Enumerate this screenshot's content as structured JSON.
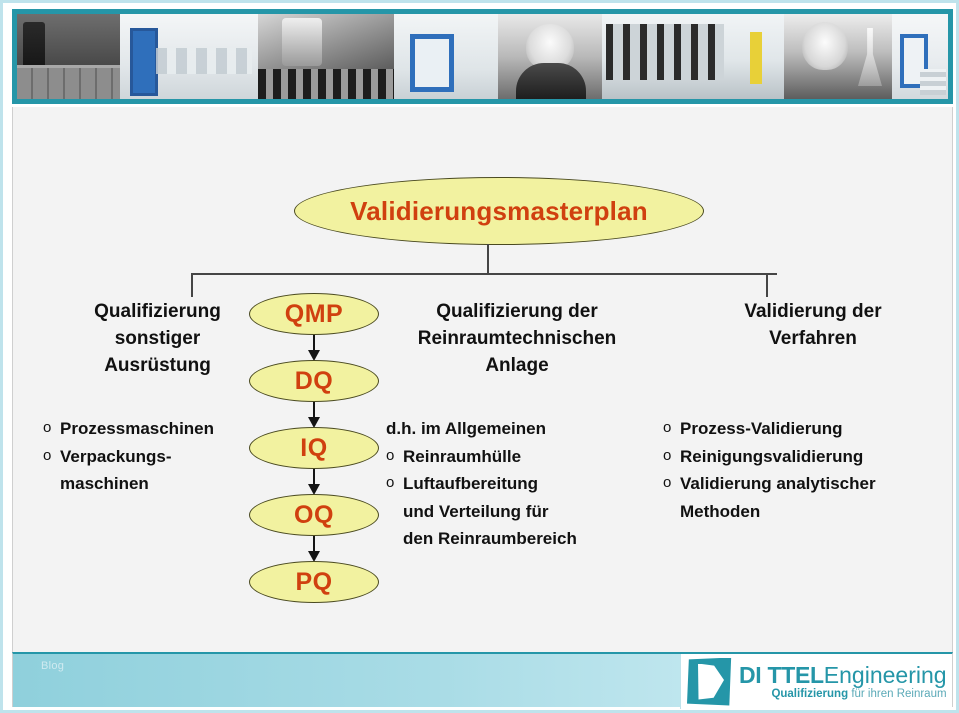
{
  "header": {
    "photos": [
      {
        "name": "gowning-room-lockers"
      },
      {
        "name": "cleanroom-corridor-blue-door"
      },
      {
        "name": "machinery-production-line"
      },
      {
        "name": "cleanroom-blue-window"
      },
      {
        "name": "technician-with-mask-phone"
      },
      {
        "name": "corridor-locker-row"
      },
      {
        "name": "scientist-with-flask"
      },
      {
        "name": "laboratory-shelves"
      }
    ]
  },
  "diagram": {
    "title": "Validierungsmasterplan",
    "columns": [
      {
        "heading": "Qualifizierung sonstiger Ausrüstung",
        "heading_lines": [
          "Qualifizierung",
          "sonstiger",
          "Ausrüstung"
        ],
        "items": [
          {
            "marker": "o",
            "text": "Prozessmaschinen"
          },
          {
            "marker": "o",
            "text": "Verpackungs-"
          },
          {
            "marker": "",
            "text": "maschinen"
          }
        ]
      },
      {
        "heading": "Qualifizierung der Reinraumtechnischen Anlage",
        "heading_lines": [
          "Qualifizierung der",
          "Reinraumtechnischen",
          "Anlage"
        ],
        "items": [
          {
            "marker": "",
            "text": "d.h. im Allgemeinen"
          },
          {
            "marker": "o",
            "text": "Reinraumhülle"
          },
          {
            "marker": "o",
            "text": "Luftaufbereitung"
          },
          {
            "marker": "",
            "text": "und Verteilung für"
          },
          {
            "marker": "",
            "text": "den Reinraumbereich"
          }
        ]
      },
      {
        "heading": "Validierung der Verfahren",
        "heading_lines": [
          "Validierung der",
          "Verfahren"
        ],
        "items": [
          {
            "marker": "o",
            "text": "Prozess-Validierung"
          },
          {
            "marker": "o",
            "text": "Reinigungsvalidierung"
          },
          {
            "marker": "o",
            "text": "Validierung analytischer"
          },
          {
            "marker": "",
            "text": "Methoden"
          }
        ]
      }
    ],
    "chain": [
      "QMP",
      "DQ",
      "IQ",
      "OQ",
      "PQ"
    ],
    "colors": {
      "node_fill": "#f2f2a0",
      "node_border": "#4a4a20",
      "node_text": "#d0400f",
      "connector": "#454545"
    }
  },
  "footer": {
    "note": "Blog",
    "logo": {
      "mark": "D",
      "name_bold": "DI TTEL",
      "name_light": "Engineering",
      "tagline_bold": "Qualifizierung",
      "tagline_light": "für ihren Reinraum",
      "color": "#2596a8"
    }
  }
}
